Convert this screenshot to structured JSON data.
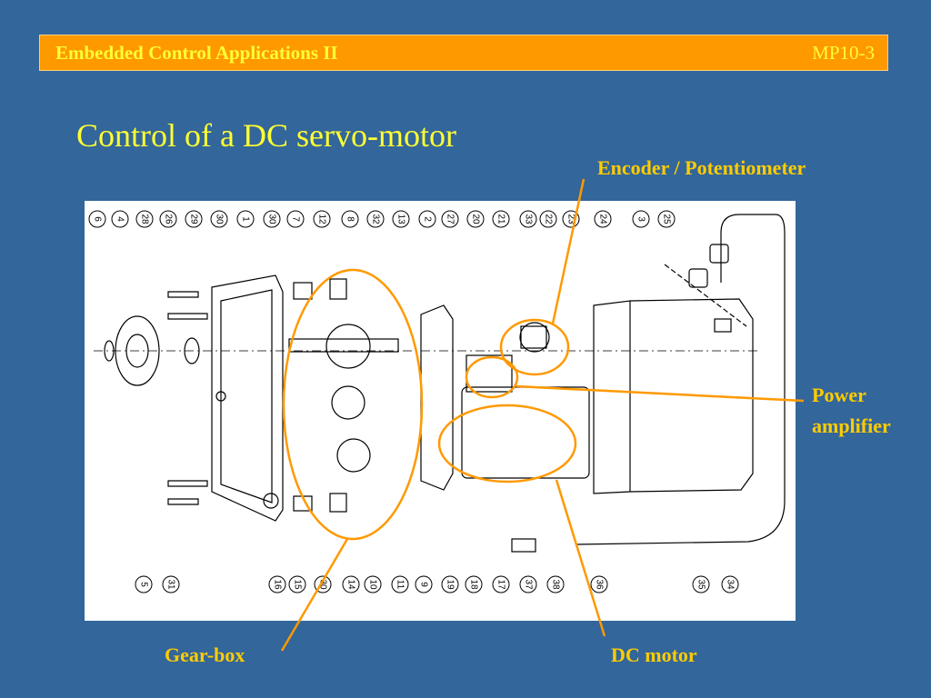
{
  "header": {
    "course": "Embedded Control Applications II",
    "slide_code": "MP10-3"
  },
  "title": "Control of a DC servo-motor",
  "labels": {
    "encoder": "Encoder / Potentiometer",
    "power_line1": "Power",
    "power_line2": "amplifier",
    "gearbox": "Gear-box",
    "dc_motor": "DC motor"
  },
  "figure": {
    "part_numbers": [
      "6",
      "4",
      "28",
      "26",
      "29",
      "30",
      "1",
      "30",
      "7",
      "12",
      "8",
      "32",
      "13",
      "2",
      "27",
      "20",
      "21",
      "33",
      "22",
      "23",
      "24",
      "3",
      "25",
      "5",
      "31",
      "16",
      "15",
      "30",
      "14",
      "10",
      "11",
      "9",
      "19",
      "18",
      "17",
      "37",
      "38",
      "36",
      "35",
      "34"
    ]
  },
  "colors": {
    "background": "#33669a",
    "accent": "#ff9900",
    "title": "#ffff33",
    "label": "#ffcc00"
  }
}
